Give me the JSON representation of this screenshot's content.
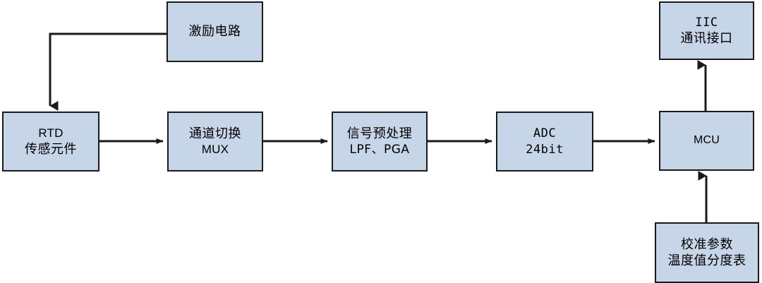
{
  "diagram": {
    "title": "RTD temperature measurement signal chain block diagram",
    "background_color": "#ffffff",
    "node_fill_color": "#c7d5e8",
    "node_border_color": "#1a1a1a",
    "connector_color": "#1a1a1a"
  },
  "nodes": {
    "excitation": {
      "name": "excitation-circuit",
      "lines": [
        "激励电路"
      ]
    },
    "rtd": {
      "name": "rtd-sensor",
      "lines": [
        "RTD",
        "传感元件"
      ]
    },
    "mux": {
      "name": "channel-mux",
      "lines": [
        "通道切换",
        "MUX"
      ]
    },
    "preproc": {
      "name": "signal-preprocessing",
      "lines": [
        "信号预处理",
        "LPF、PGA"
      ]
    },
    "adc": {
      "name": "adc",
      "lines": [
        "ADC",
        "24bit"
      ]
    },
    "mcu": {
      "name": "mcu",
      "lines": [
        "MCU"
      ]
    },
    "iic": {
      "name": "iic-interface",
      "lines": [
        "IIC",
        "通讯接口"
      ]
    },
    "caltable": {
      "name": "calibration-table",
      "lines": [
        "校准参数",
        "温度值分度表"
      ]
    }
  },
  "connectors": [
    {
      "name": "excitation-to-rtd",
      "from": "excitation",
      "to": "rtd",
      "style": "elbow-left-down",
      "arrow": "down"
    },
    {
      "name": "rtd-to-mux",
      "from": "rtd",
      "to": "mux",
      "style": "horizontal",
      "arrow": "right"
    },
    {
      "name": "mux-to-preproc",
      "from": "mux",
      "to": "preproc",
      "style": "horizontal",
      "arrow": "right"
    },
    {
      "name": "preproc-to-adc",
      "from": "preproc",
      "to": "adc",
      "style": "horizontal",
      "arrow": "right"
    },
    {
      "name": "adc-to-mcu",
      "from": "adc",
      "to": "mcu",
      "style": "horizontal",
      "arrow": "right"
    },
    {
      "name": "mcu-to-iic",
      "from": "mcu",
      "to": "iic",
      "style": "vertical",
      "arrow": "up"
    },
    {
      "name": "caltable-to-mcu",
      "from": "caltable",
      "to": "mcu",
      "style": "vertical",
      "arrow": "up"
    }
  ]
}
